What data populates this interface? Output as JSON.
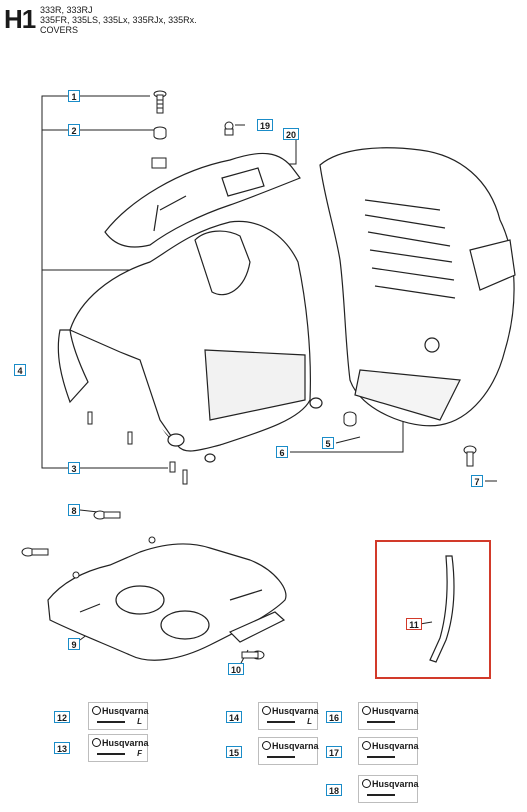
{
  "header": {
    "code": "H1",
    "lines": [
      "333R, 333RJ",
      "335FR, 335LS, 335Lx, 335RJx, 335Rx.",
      "COVERS"
    ]
  },
  "callouts": {
    "c1": "1",
    "c2": "2",
    "c3": "3",
    "c4": "4",
    "c5": "5",
    "c6": "6",
    "c7": "7",
    "c8": "8",
    "c9": "9",
    "c10": "10",
    "c11": "11",
    "c12": "12",
    "c13": "13",
    "c14": "14",
    "c15": "15",
    "c16": "16",
    "c17": "17",
    "c18": "18",
    "c19": "19",
    "c20": "20"
  },
  "decals": {
    "brand": "Husqvarna",
    "model_l": "L",
    "model_f": "F"
  },
  "colors": {
    "callout_border": "#1a8cc8",
    "highlight": "#d23a2a",
    "line": "#222222"
  }
}
